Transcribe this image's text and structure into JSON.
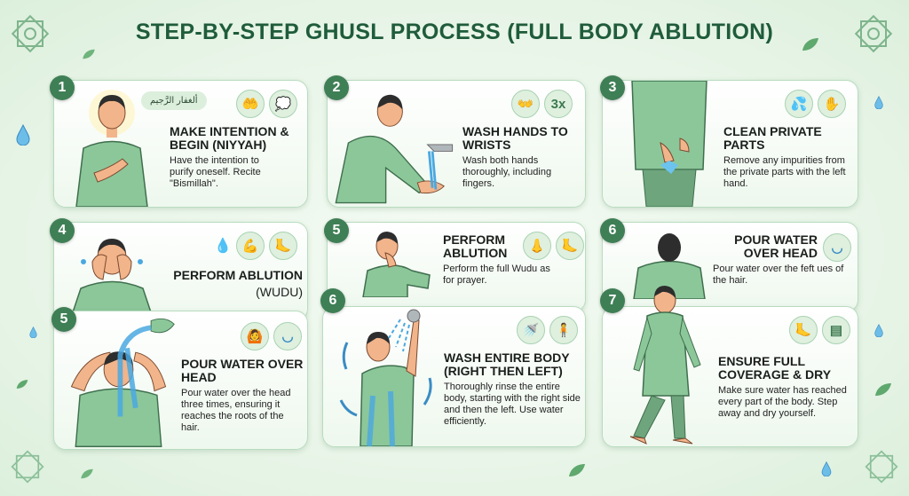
{
  "title": "STEP-BY-STEP GHUSL PROCESS (FULL BODY ABLUTION)",
  "colors": {
    "accent": "#3f7f55",
    "title": "#1f5c3b",
    "garment": "#8cc79a",
    "water": "#4aa8e0",
    "background": "#e9f5e8"
  },
  "steps": [
    {
      "number": "1",
      "heading": "MAKE INTENTION & BEGIN (NIYYAH)",
      "description": "Have the intention to purify oneself. Recite \"Bismillah\".",
      "bubble_text": "ألغفار الرَّجيم",
      "icons": [
        "praying-hands-icon",
        "thought-bubble-icon"
      ]
    },
    {
      "number": "2",
      "heading": "WASH HANDS TO WRISTS",
      "description": "Wash both hands thoroughly, including fingers.",
      "icons": [
        "washing-hands-icon",
        "3x"
      ]
    },
    {
      "number": "3",
      "heading": "CLEAN PRIVATE PARTS",
      "description": "Remove any impurities from the private parts with the left hand.",
      "icons": [
        "water-splash-icon",
        "left-hand-icon"
      ]
    },
    {
      "number": "4",
      "heading": "PERFORM ABLUTION",
      "subheading": "(WUDU)",
      "icons": [
        "water-drops-icon",
        "arm-wash-icon",
        "foot-icon"
      ]
    },
    {
      "number": "5",
      "heading": "PERFORM ABLUTION",
      "description": "Perform the full Wudu as for prayer.",
      "icons": [
        "nose-rinse-icon",
        "foot-icon"
      ]
    },
    {
      "number": "6",
      "heading": "POUR WATER OVER HEAD",
      "description": "Pour water over the feft ues of the hair.",
      "icons": [
        "bowl-icon"
      ]
    },
    {
      "number": "5",
      "heading": "POUR WATER OVER HEAD",
      "description": "Pour water over the head three times, ensuring it reaches the roots of the hair.",
      "icons": [
        "head-wash-icon",
        "bowl-icon"
      ]
    },
    {
      "number": "6",
      "heading": "WASH ENTIRE BODY (RIGHT THEN LEFT)",
      "description": "Thoroughly rinse the entire body, starting with the right side and then the left. Use water efficiently.",
      "icons": [
        "shower-icon",
        "body-icon"
      ]
    },
    {
      "number": "7",
      "heading": "ENSURE FULL COVERAGE & DRY",
      "description": "Make sure water has reached every part of the body. Step away and dry yourself.",
      "icons": [
        "foot-icon",
        "towel-icon"
      ]
    }
  ]
}
